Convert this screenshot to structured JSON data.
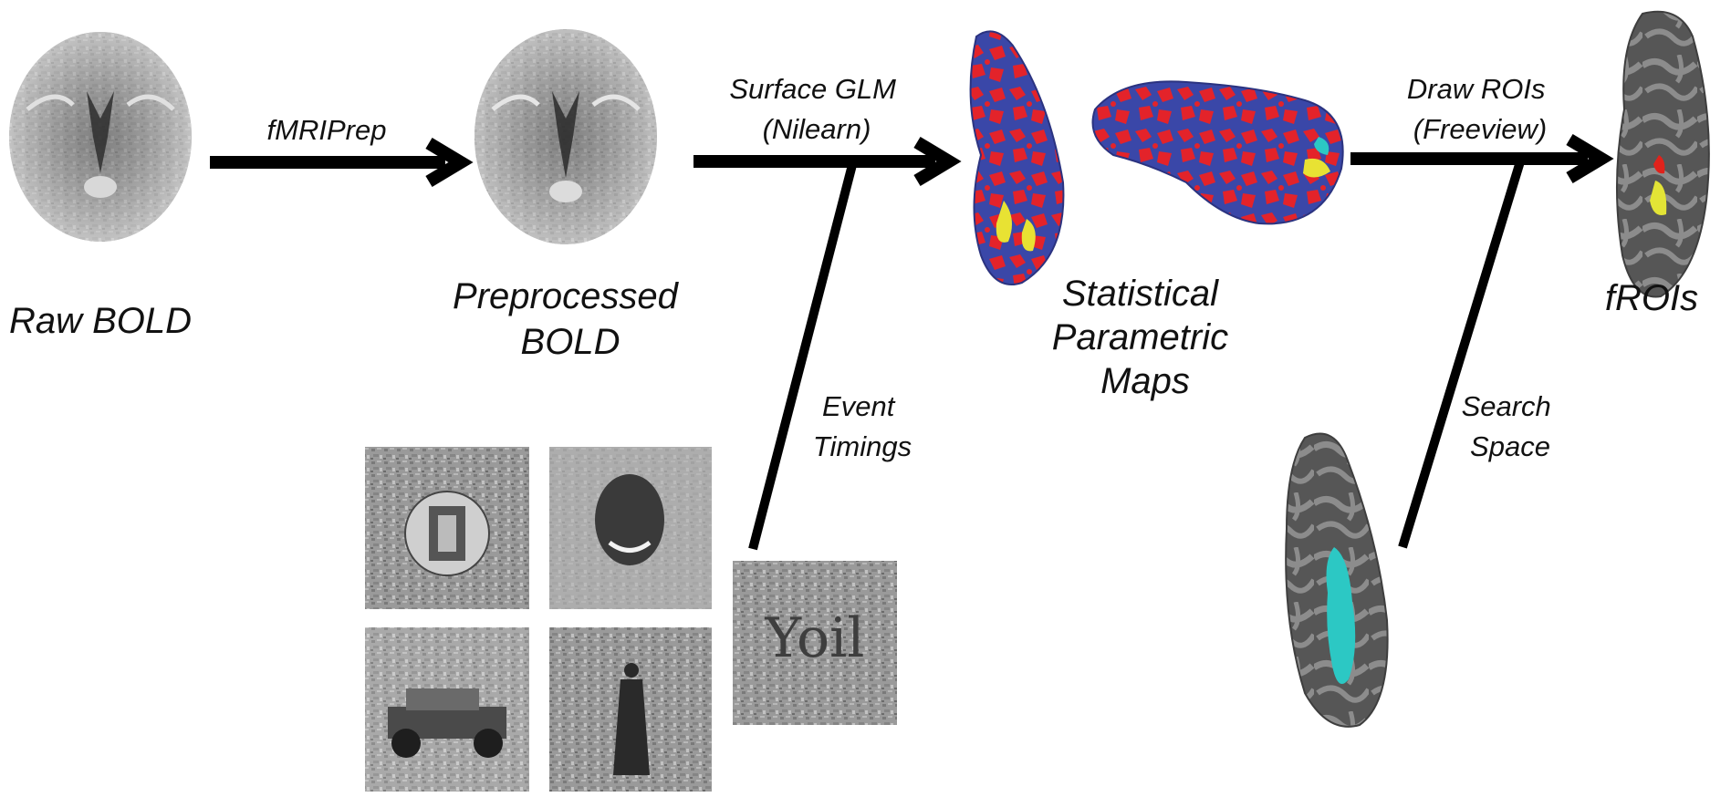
{
  "nodes": {
    "raw_bold": "Raw BOLD",
    "preprocessed_bold": [
      "Preprocessed",
      "BOLD"
    ],
    "statistical_maps": [
      "Statistical",
      "Parametric",
      "Maps"
    ],
    "frois": "fROIs"
  },
  "edges": {
    "fmriprep": "fMRIPrep",
    "surface_glm": [
      "Surface GLM",
      "(Nilearn)"
    ],
    "draw_rois": [
      "Draw ROIs",
      "(Freeview)"
    ],
    "event_timings": [
      "Event",
      "Timings"
    ],
    "search_space": [
      "Search",
      "Space"
    ]
  },
  "stimuli": {
    "word_stimulus": "Yoil"
  },
  "colors": {
    "arrow": "#000000",
    "map_base": "#3a47a8",
    "map_activation": "#e3232a",
    "map_peak": "#e8e233",
    "cortex_dark": "#555555",
    "cortex_light": "#8a8a8a",
    "roi_red": "#e0221b",
    "roi_yellow": "#e3e436",
    "search_space": "#2cc8c4"
  },
  "icons": [
    "brain-slice-icon",
    "brain-surface-icon",
    "stimulus-image-icon"
  ]
}
